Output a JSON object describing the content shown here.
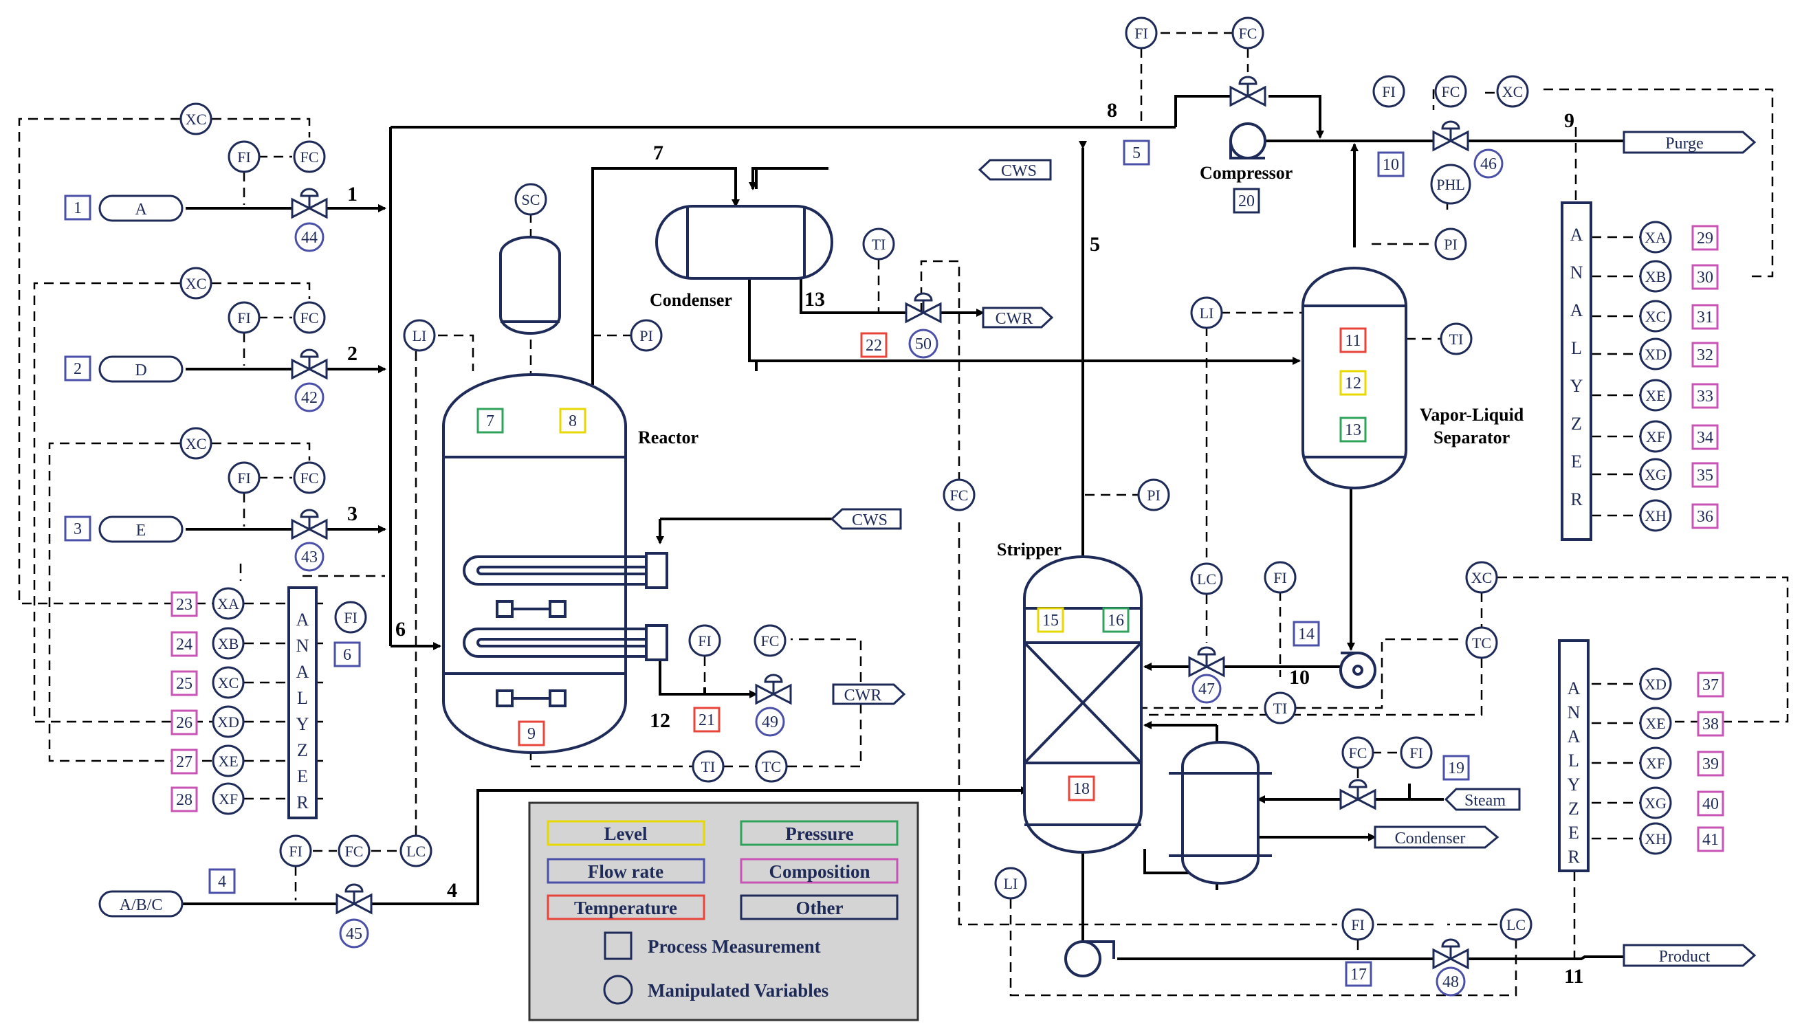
{
  "colors": {
    "equipment": "#1e2a57",
    "level": "#e6d800",
    "pressure": "#2fa35b",
    "flow_rate": "#4a4fa8",
    "composition": "#c855b5",
    "temperature": "#e8443a",
    "other": "#1e2a57",
    "legend_bg": "#d4d4d4"
  },
  "feed_labels": {
    "A": "A",
    "D": "D",
    "E": "E",
    "ABC": "A/B/C"
  },
  "arrow_labels": {
    "purge": "Purge",
    "product": "Product",
    "cws_condenser": "CWS",
    "cws_reactor": "CWS",
    "cwr_condenser": "CWR",
    "cwr_reactor": "CWR",
    "steam": "Steam",
    "condenser_out": "Condenser"
  },
  "equipment_labels": {
    "reactor": "Reactor",
    "condenser": "Condenser",
    "compressor": "Compressor",
    "stripper": "Stripper",
    "separator_line1": "Vapor-Liquid",
    "separator_line2": "Separator"
  },
  "analyzer_letters": [
    "A",
    "N",
    "A",
    "L",
    "Y",
    "Z",
    "E",
    "R"
  ],
  "streams": [
    "1",
    "2",
    "3",
    "4",
    "5",
    "6",
    "7",
    "8",
    "9",
    "10",
    "11",
    "12",
    "13"
  ],
  "instrument_tags": {
    "xc_a": "XC",
    "fi_a": "FI",
    "fc_a": "FC",
    "xc_d": "XC",
    "fi_d": "FI",
    "fc_d": "FC",
    "xc_e": "XC",
    "fi_e": "FI",
    "fc_e": "FC",
    "fi_abc": "FI",
    "fc_abc": "FC",
    "lc_abc": "LC",
    "fi_s6": "FI",
    "li_reactor": "LI",
    "pi_reactor": "PI",
    "sc": "SC",
    "fi_cwr": "FI",
    "fc_cwr": "FC",
    "ti_reactor": "TI",
    "tc_reactor": "TC",
    "ti_cond": "TI",
    "fc_cond": "FC",
    "fi_comp": "FI",
    "fc_comp": "FC",
    "fi_purge": "FI",
    "fc_purge": "FC",
    "xc_purge": "XC",
    "phl": "PHL",
    "pi_sep": "PI",
    "li_sep": "LI",
    "ti_sep": "TI",
    "pi_strip": "PI",
    "lc_sep": "LC",
    "fi_s10": "FI",
    "ti_strip": "TI",
    "xc_strip": "XC",
    "tc_strip": "TC",
    "fc_steam": "FC",
    "fi_steam": "FI",
    "li_strip": "LI",
    "fi_prod": "FI",
    "lc_prod": "LC",
    "a1_xa": "XA",
    "a1_xb": "XB",
    "a1_xc": "XC",
    "a1_xd": "XD",
    "a1_xe": "XE",
    "a1_xf": "XF",
    "a2_xa": "XA",
    "a2_xb": "XB",
    "a2_xc": "XC",
    "a2_xd": "XD",
    "a2_xe": "XE",
    "a2_xf": "XF",
    "a2_xg": "XG",
    "a2_xh": "XH",
    "a3_xd": "XD",
    "a3_xe": "XE",
    "a3_xf": "XF",
    "a3_xg": "XG",
    "a3_xh": "XH"
  },
  "manipulated_variables": {
    "mv42": "42",
    "mv43": "43",
    "mv44": "44",
    "mv45": "45",
    "mv46": "46",
    "mv47": "47",
    "mv48": "48",
    "mv49": "49",
    "mv50": "50"
  },
  "measurements": {
    "m1": "1",
    "m2": "2",
    "m3": "3",
    "m4": "4",
    "m5": "5",
    "m6": "6",
    "m7": "7",
    "m8": "8",
    "m9": "9",
    "m10": "10",
    "m11": "11",
    "m12": "12",
    "m13": "13",
    "m14": "14",
    "m15": "15",
    "m16": "16",
    "m17": "17",
    "m18": "18",
    "m19": "19",
    "m20": "20",
    "m21": "21",
    "m22": "22",
    "m23": "23",
    "m24": "24",
    "m25": "25",
    "m26": "26",
    "m27": "27",
    "m28": "28",
    "m29": "29",
    "m30": "30",
    "m31": "31",
    "m32": "32",
    "m33": "33",
    "m34": "34",
    "m35": "35",
    "m36": "36",
    "m37": "37",
    "m38": "38",
    "m39": "39",
    "m40": "40",
    "m41": "41"
  },
  "legend": {
    "level": "Level",
    "pressure": "Pressure",
    "flow_rate": "Flow rate",
    "composition": "Composition",
    "temperature": "Temperature",
    "other": "Other",
    "process_measurement": "Process Measurement",
    "manipulated_variables": "Manipulated Variables"
  }
}
